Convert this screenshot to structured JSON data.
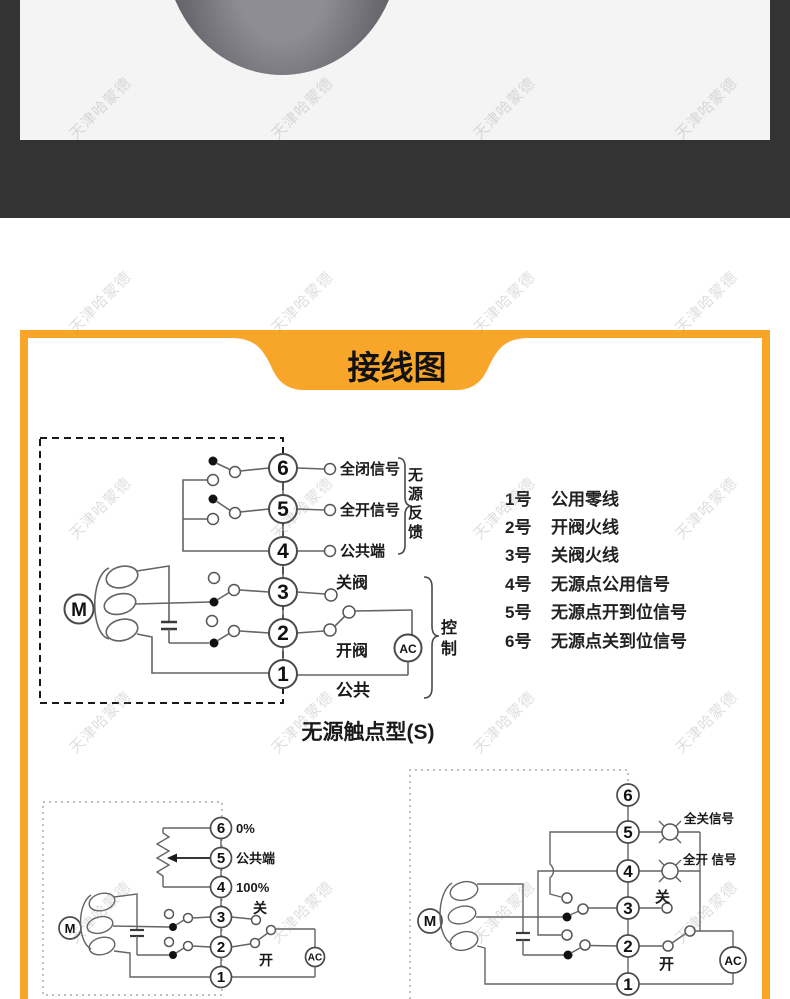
{
  "watermark": "天津哈蒙德",
  "panel": {
    "title": "接线图"
  },
  "terminal_list": [
    {
      "num": "1号",
      "label": "公用零线"
    },
    {
      "num": "2号",
      "label": "开阀火线"
    },
    {
      "num": "3号",
      "label": "关阀火线"
    },
    {
      "num": "4号",
      "label": "无源点公用信号"
    },
    {
      "num": "5号",
      "label": "无源点开到位信号"
    },
    {
      "num": "6号",
      "label": "无源点关到位信号"
    }
  ],
  "diagram1": {
    "caption": "无源触点型(S)",
    "terminals": [
      "6",
      "5",
      "4",
      "3",
      "2",
      "1"
    ],
    "motor": "M",
    "ac": "AC",
    "labels": {
      "full_closed_signal": "全闭信号",
      "full_open_signal": "全开信号",
      "common_terminal": "公共端",
      "close_valve": "关阀",
      "open_valve": "开阀",
      "common": "公共",
      "passive_feedback": "无源反馈",
      "control": "控制"
    }
  },
  "diagram2": {
    "terminals": [
      "6",
      "5",
      "4",
      "3",
      "2",
      "1"
    ],
    "motor": "M",
    "ac": "AC",
    "labels": {
      "zero_percent": "0%",
      "common_terminal": "公共端",
      "hundred_percent": "100%",
      "close": "关",
      "open": "开"
    }
  },
  "diagram3": {
    "terminals": [
      "6",
      "5",
      "4",
      "3",
      "2",
      "1"
    ],
    "motor": "M",
    "ac": "AC",
    "labels": {
      "full_close_signal": "全关信号",
      "full_open_signal": "全开 信号",
      "close": "关",
      "open": "开"
    }
  },
  "colors": {
    "accent_orange": "#F8A62A",
    "dark_band": "#333333",
    "photo_background": "#f4f4f5"
  }
}
